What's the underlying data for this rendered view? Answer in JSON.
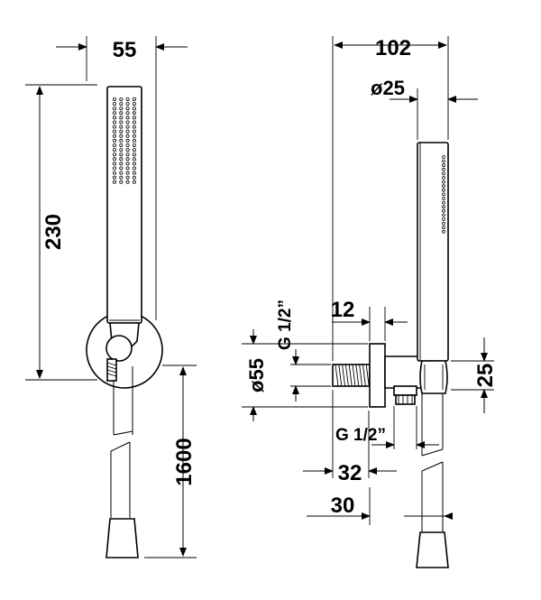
{
  "dimensions": {
    "handshower_width": "55",
    "handshower_length": "230",
    "hose_length": "1600",
    "total_depth": "102",
    "handle_diameter": "ø25",
    "flange_diameter": "ø55",
    "thread_top": "G 1/2”",
    "thread_bottom": "G 1/2”",
    "flange_thickness": "12",
    "outlet_offset": "25",
    "elbow_offset": "32",
    "hose_offset": "30"
  }
}
